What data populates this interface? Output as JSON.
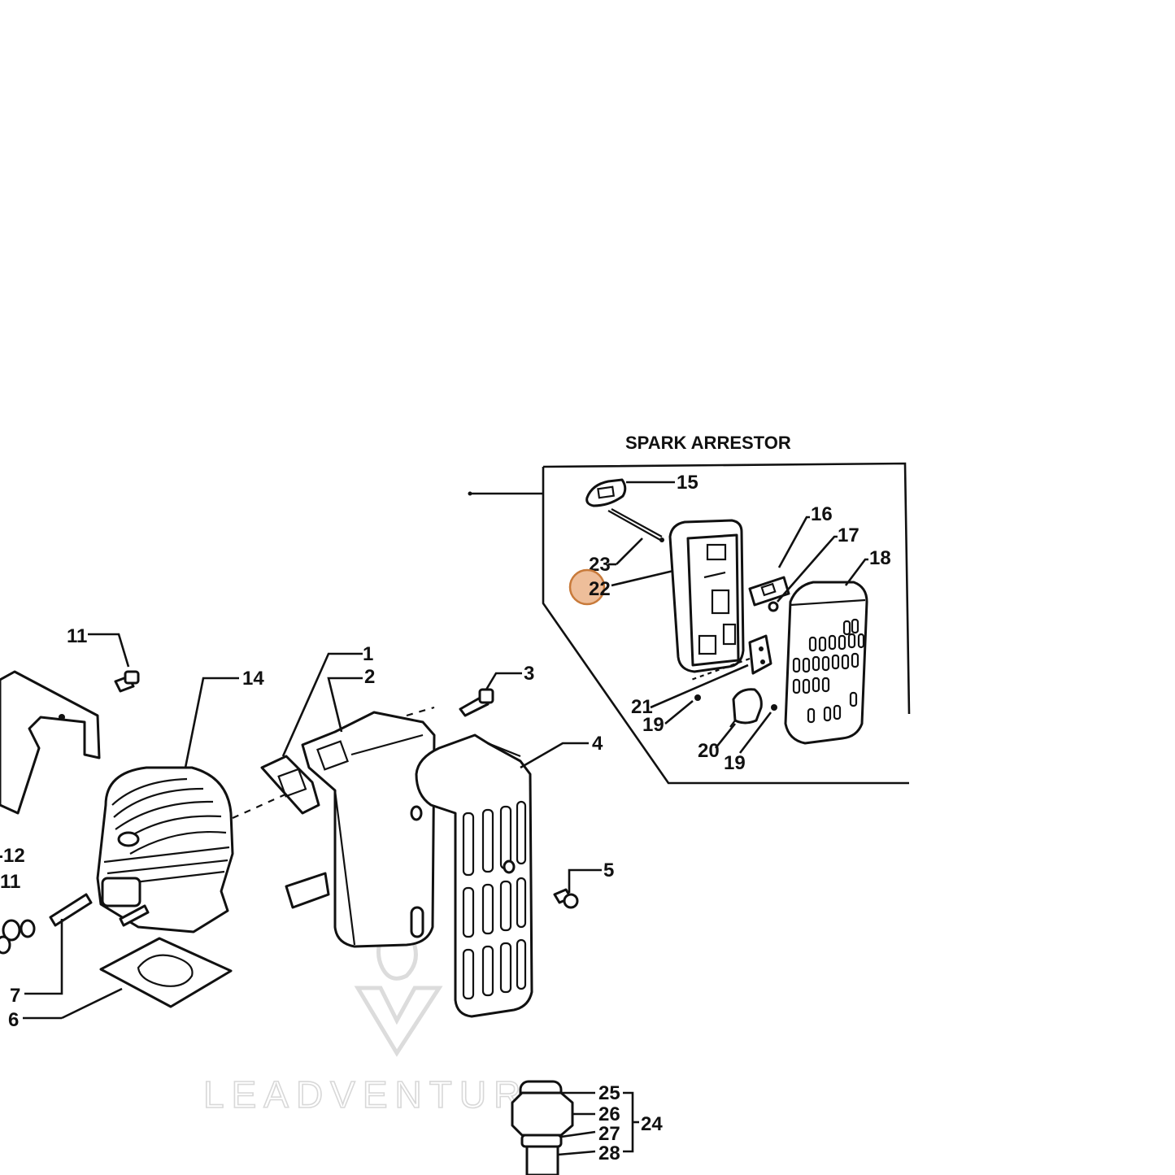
{
  "title": "SPARK ARRESTOR",
  "watermark": "LEADVENTURE",
  "callouts": {
    "c1": "1",
    "c2": "2",
    "c3": "3",
    "c4": "4",
    "c5": "5",
    "c6": "6",
    "c7": "7",
    "c11a": "11",
    "c11b": "11",
    "c12": "-12",
    "c14": "14",
    "c15": "15",
    "c16": "16",
    "c17": "17",
    "c18": "18",
    "c19a": "19",
    "c19b": "19",
    "c20": "20",
    "c21": "21",
    "c22": "22",
    "c23": "23",
    "c24": "24",
    "c25": "25",
    "c26": "26",
    "c27": "27",
    "c28": "28"
  },
  "hotspot": {
    "label": "22",
    "color": "#e8a878"
  }
}
